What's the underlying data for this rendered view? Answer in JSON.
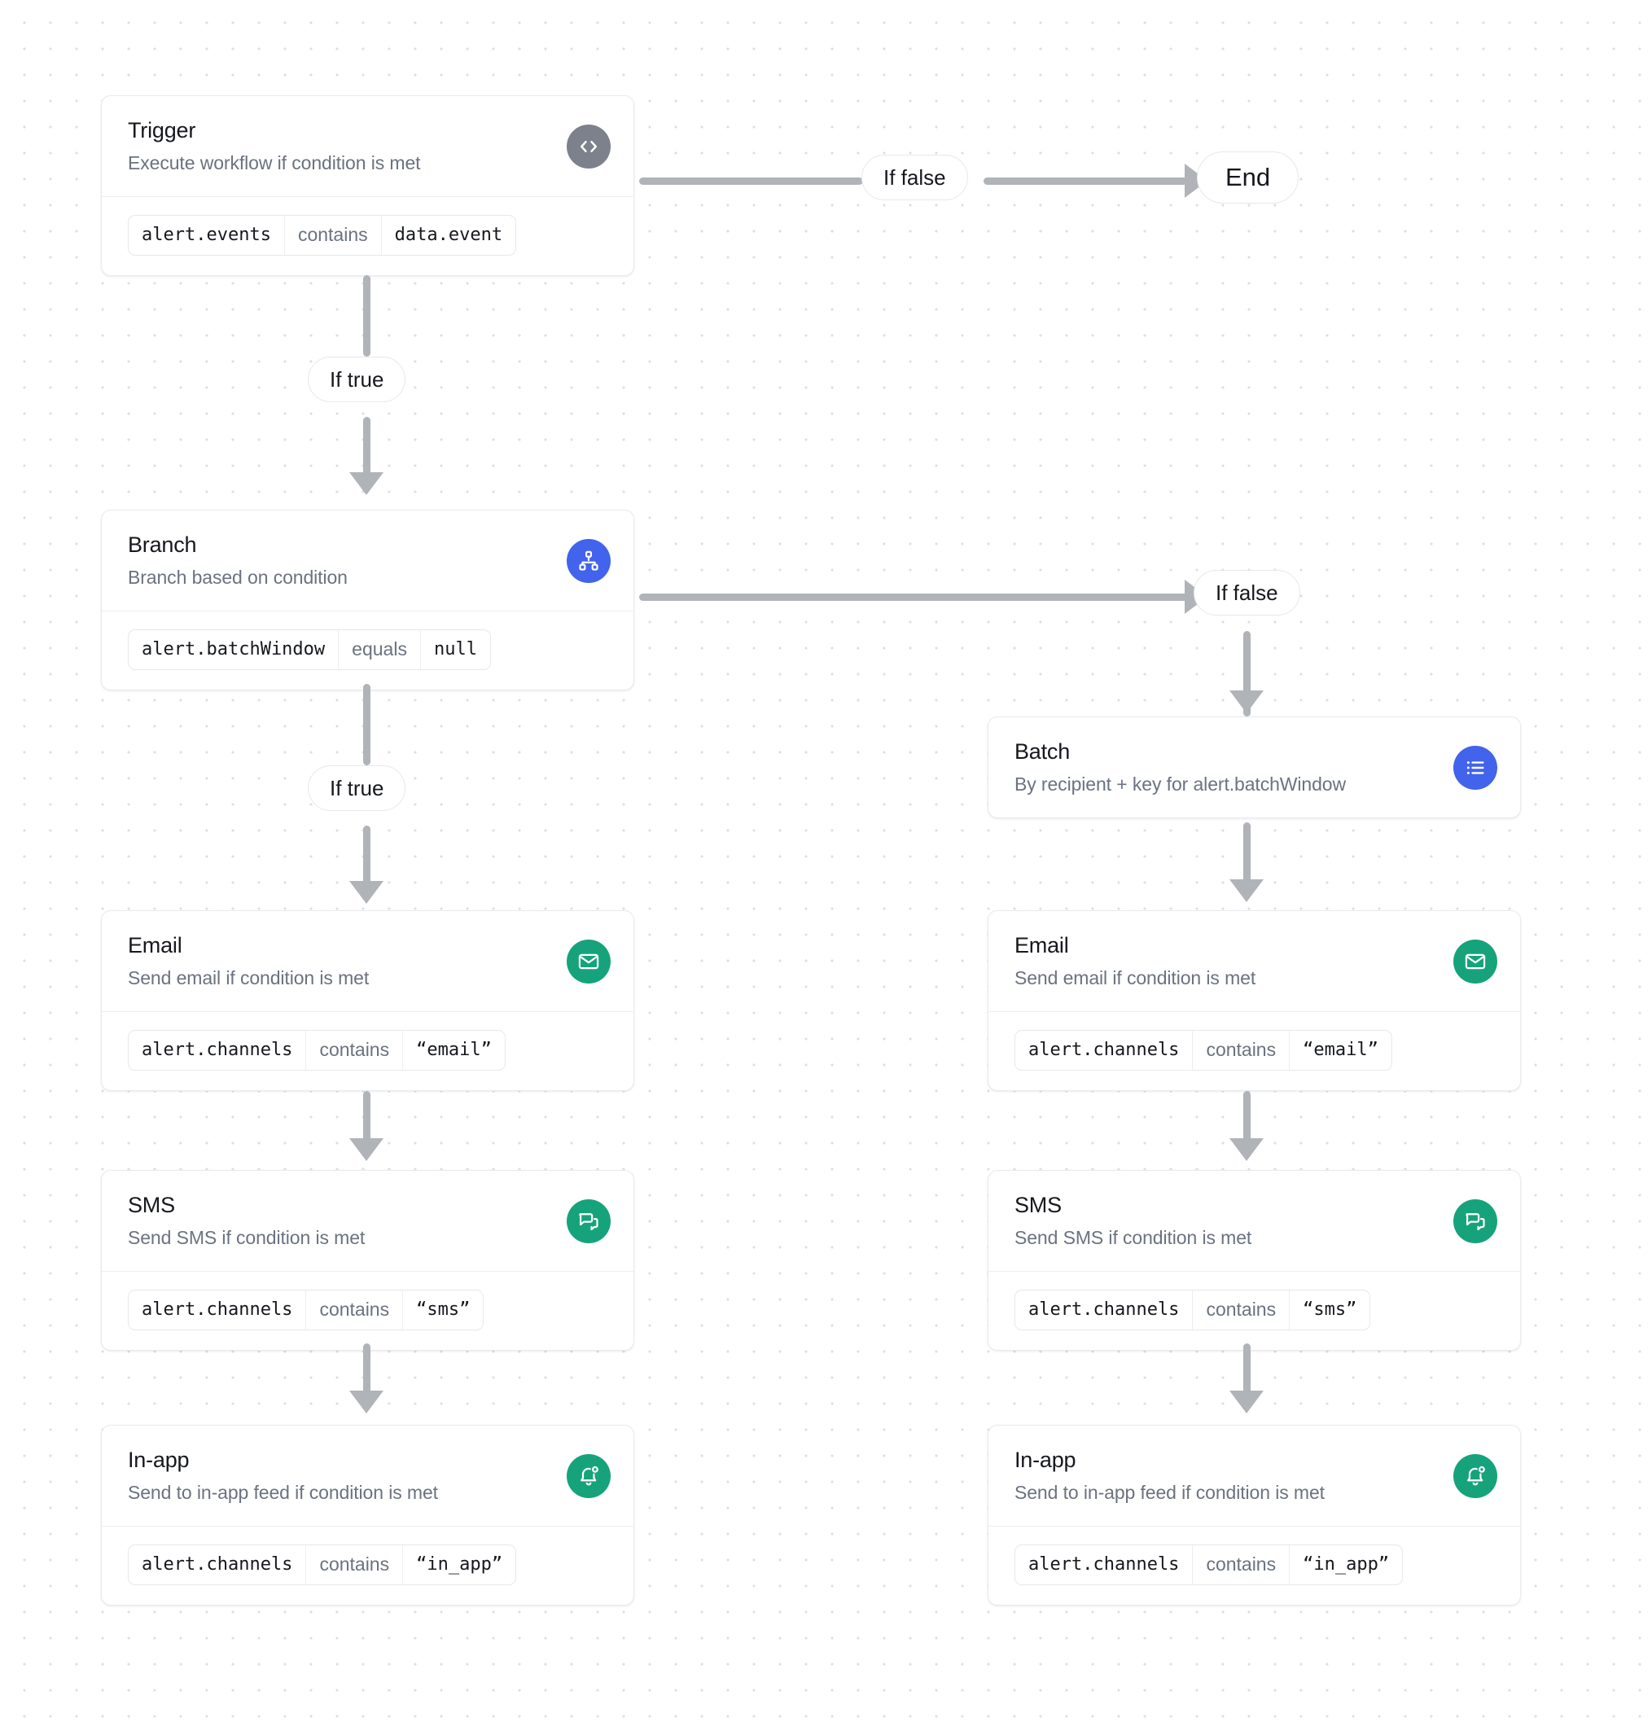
{
  "diagram": {
    "type": "workflow-flowchart",
    "background": "dotted-grid",
    "colors": {
      "blue": "#4263eb",
      "teal": "#16a37b",
      "gray": "#7c818c",
      "connector": "#b0b3b8"
    }
  },
  "nodes": {
    "trigger": {
      "title": "Trigger",
      "subtitle": "Execute workflow if condition is met",
      "icon": "code-brackets-icon",
      "condition": {
        "field": "alert.events",
        "operator": "contains",
        "value": "data.event"
      }
    },
    "branch": {
      "title": "Branch",
      "subtitle": "Branch based on condition",
      "icon": "hierarchy-icon",
      "condition": {
        "field": "alert.batchWindow",
        "operator": "equals",
        "value": "null"
      }
    },
    "batch": {
      "title": "Batch",
      "subtitle": "By recipient + key for alert.batchWindow",
      "icon": "list-icon"
    },
    "email_left": {
      "title": "Email",
      "subtitle": "Send email if condition is met",
      "icon": "envelope-icon",
      "condition": {
        "field": "alert.channels",
        "operator": "contains",
        "value": "“email”"
      }
    },
    "sms_left": {
      "title": "SMS",
      "subtitle": "Send SMS if condition is met",
      "icon": "chat-bubble-icon",
      "condition": {
        "field": "alert.channels",
        "operator": "contains",
        "value": "“sms”"
      }
    },
    "inapp_left": {
      "title": "In-app",
      "subtitle": "Send to in-app feed if condition is met",
      "icon": "bell-icon",
      "condition": {
        "field": "alert.channels",
        "operator": "contains",
        "value": "“in_app”"
      }
    },
    "email_right": {
      "title": "Email",
      "subtitle": "Send email if condition is met",
      "icon": "envelope-icon",
      "condition": {
        "field": "alert.channels",
        "operator": "contains",
        "value": "“email”"
      }
    },
    "sms_right": {
      "title": "SMS",
      "subtitle": "Send SMS if condition is met",
      "icon": "chat-bubble-icon",
      "condition": {
        "field": "alert.channels",
        "operator": "contains",
        "value": "“sms”"
      }
    },
    "inapp_right": {
      "title": "In-app",
      "subtitle": "Send to in-app feed if condition is met",
      "icon": "bell-icon",
      "condition": {
        "field": "alert.channels",
        "operator": "contains",
        "value": "“in_app”"
      }
    },
    "end": {
      "label": "End"
    }
  },
  "edges": {
    "trigger_false": "If false",
    "trigger_true": "If true",
    "branch_false": "If false",
    "branch_true": "If true"
  }
}
